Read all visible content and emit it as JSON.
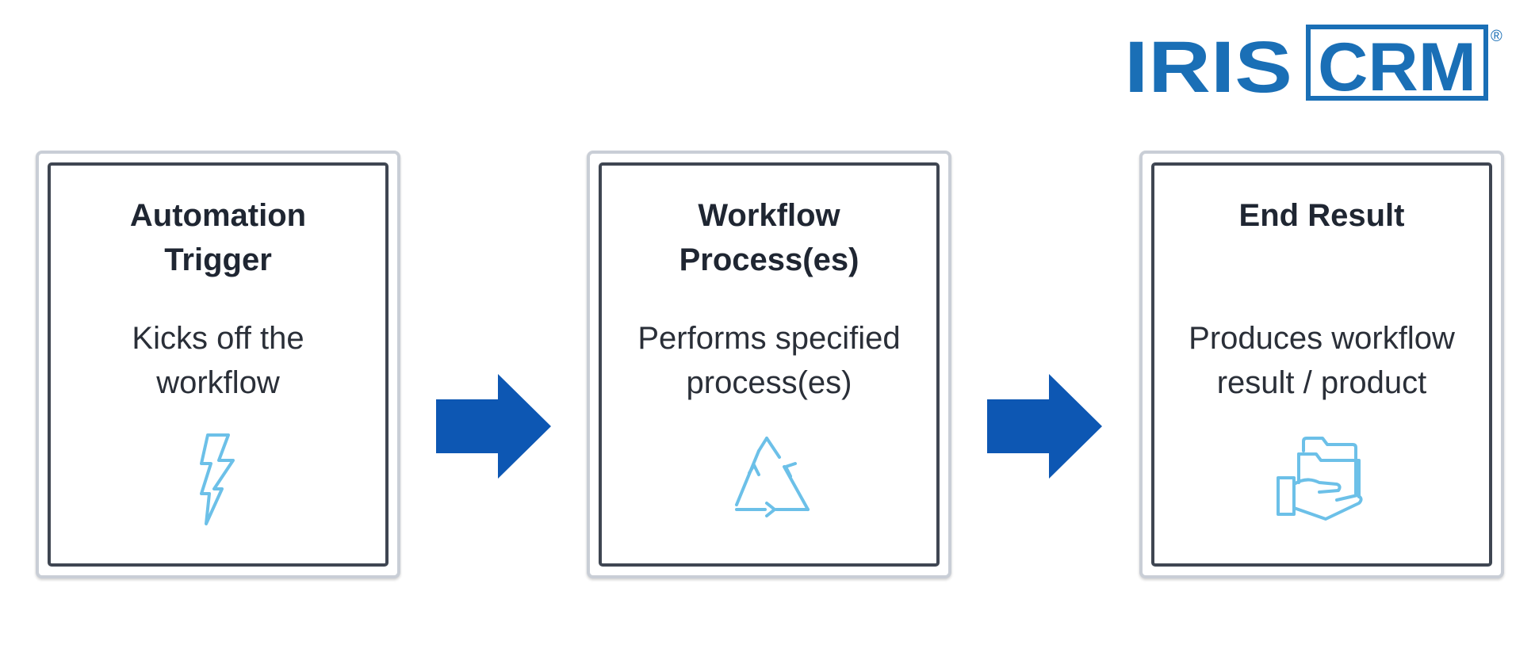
{
  "brand": {
    "logo_text": "IRIS CRM",
    "registered_mark": "®",
    "color": "#1a6fb6"
  },
  "diagram": {
    "steps": [
      {
        "title": "Automation\nTrigger",
        "description": "Kicks off the\nworkflow",
        "icon": "lightning-bolt-icon"
      },
      {
        "title": "Workflow\nProcess(es)",
        "description": "Performs specified\nprocess(es)",
        "icon": "recycle-cycle-icon"
      },
      {
        "title": "End Result",
        "description": "Produces workflow\nresult / product",
        "icon": "hand-holding-folder-icon"
      }
    ],
    "arrow_color": "#0d57b3",
    "icon_color": "#6cc0e8"
  }
}
